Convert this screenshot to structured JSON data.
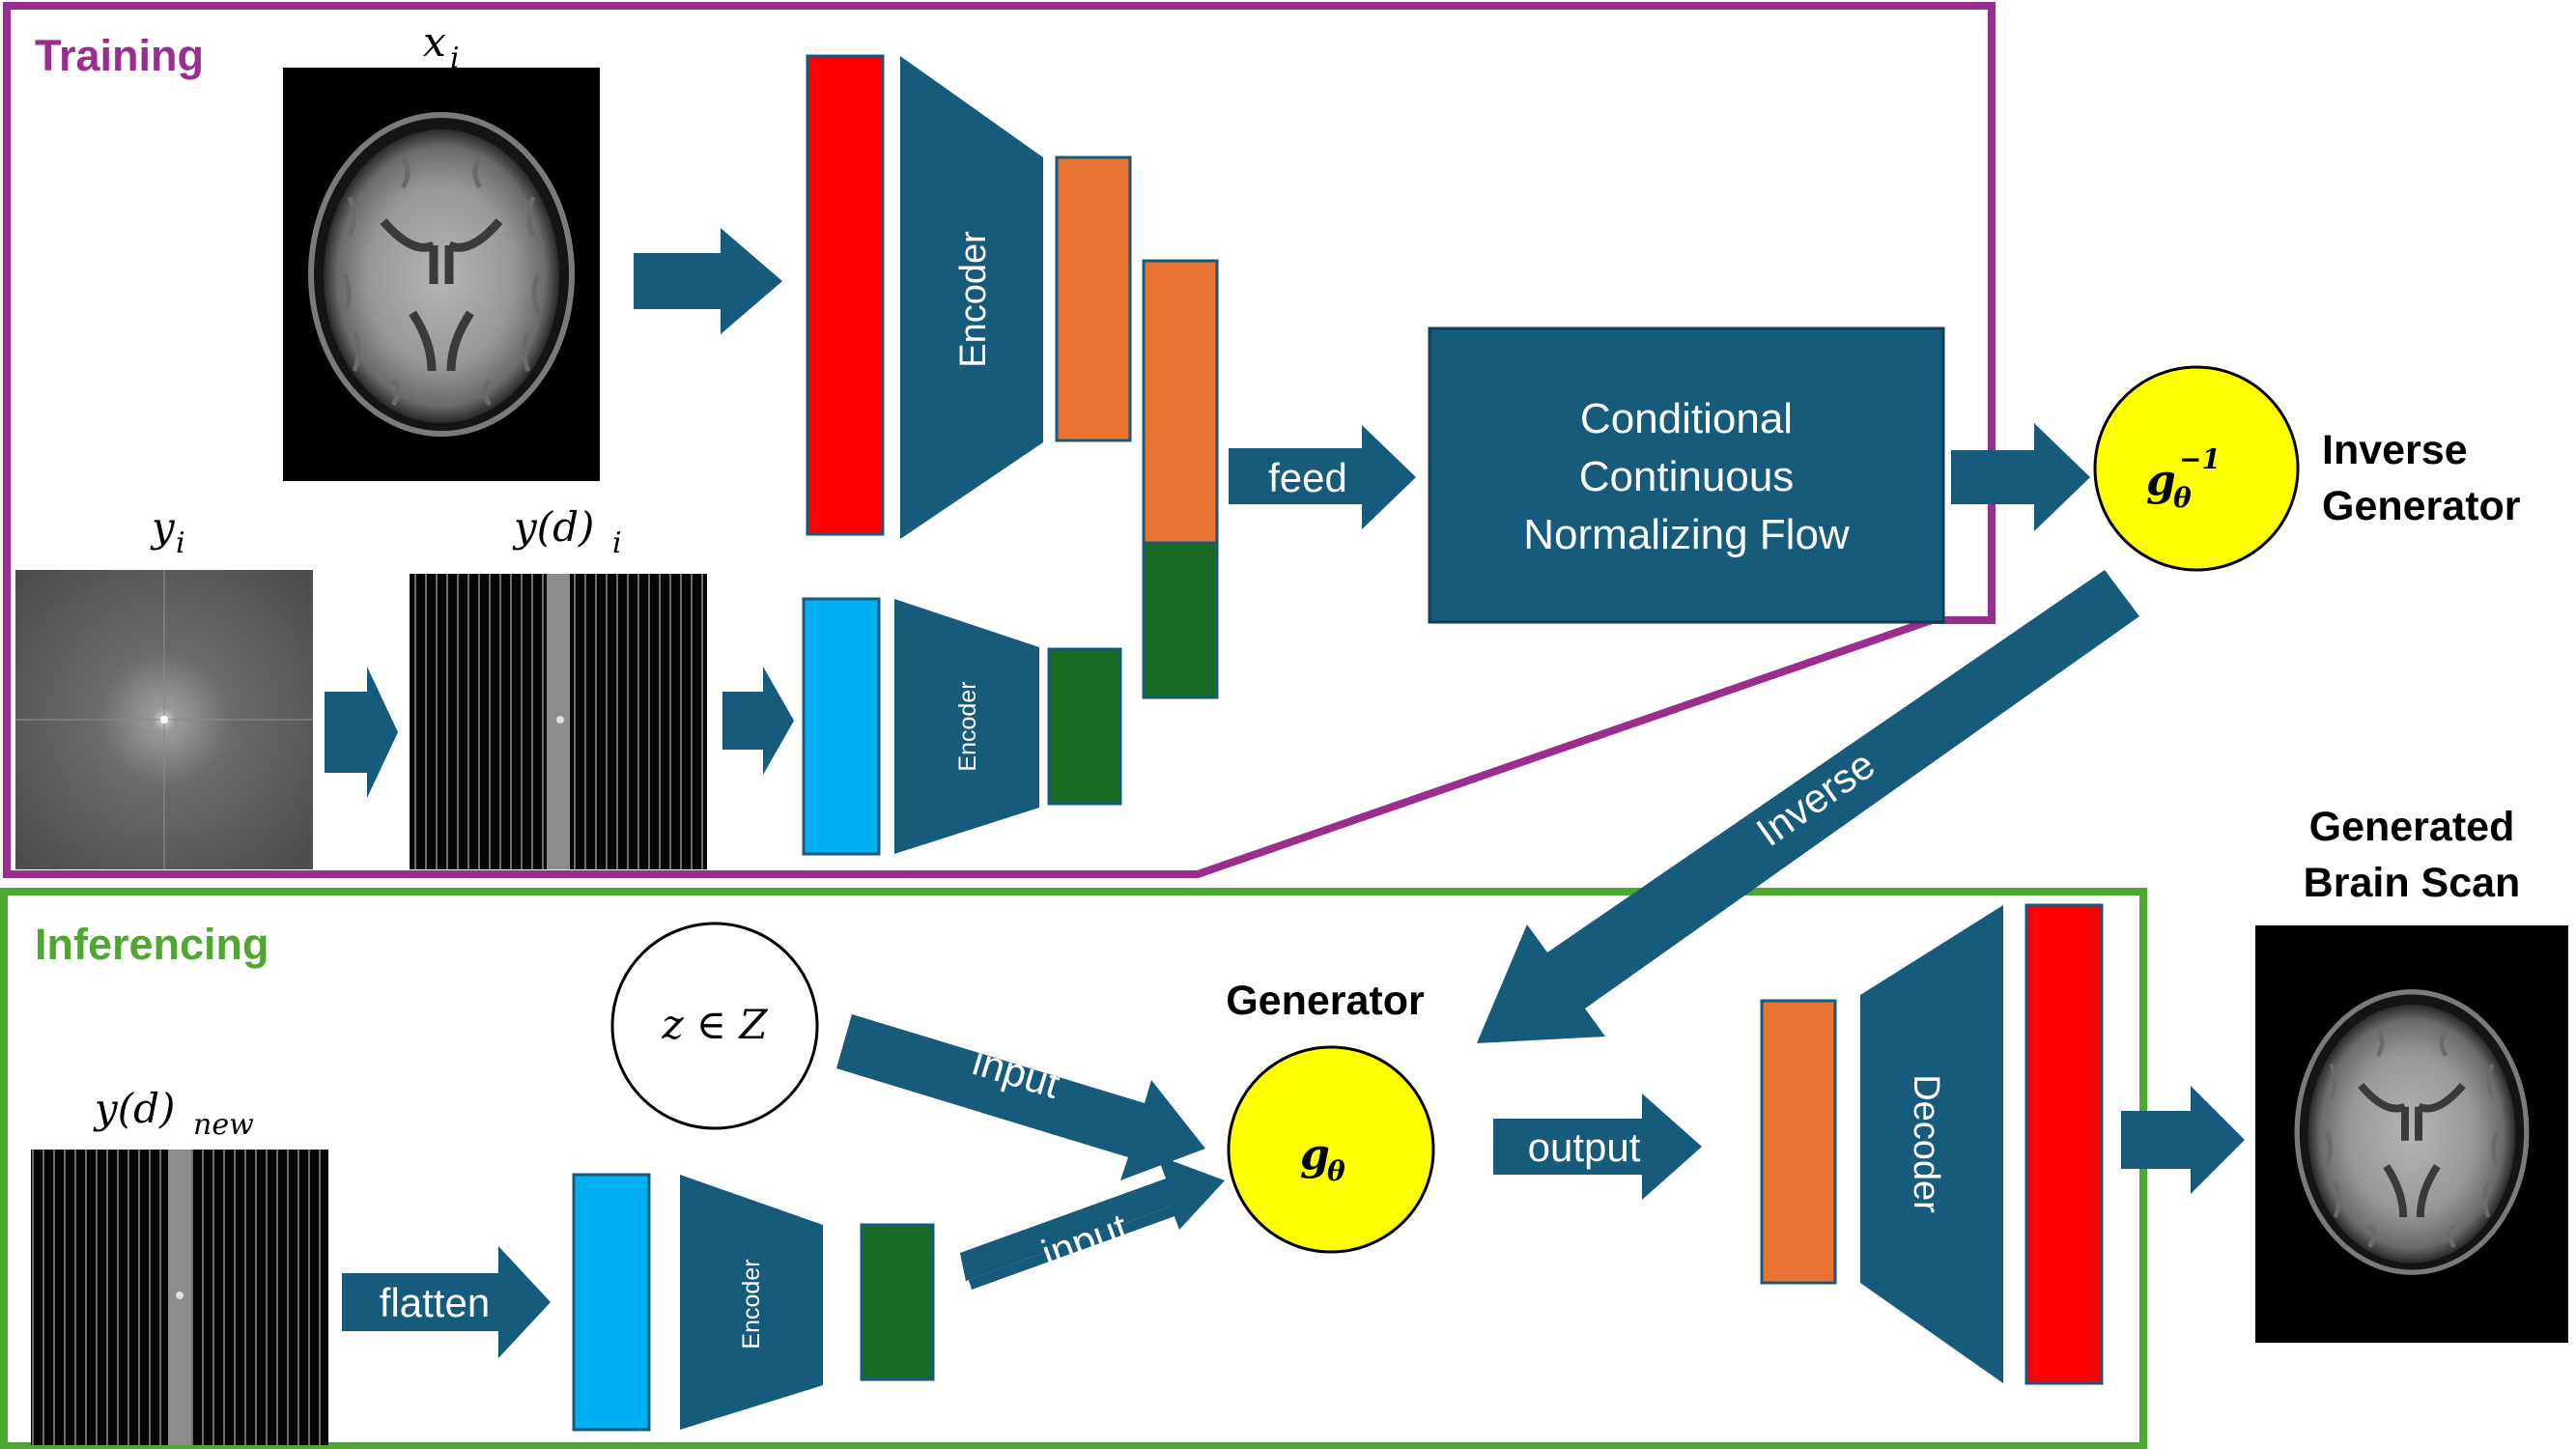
{
  "sections": {
    "training_label": "Training",
    "inferencing_label": "Inferencing"
  },
  "math_labels": {
    "x_i": "x",
    "x_i_sub": "i",
    "y_i": "y",
    "y_i_sub": "i",
    "y_d_i": "y(d)",
    "y_d_i_sub": "i",
    "y_d_new": "y(d)",
    "y_d_new_sub": "new",
    "z_in_Z": "z ∈ Z"
  },
  "encoder_labels": {
    "image_encoder": "Encoder",
    "kspace_encoder": "Encoder",
    "inference_encoder": "Encoder",
    "decoder": "Decoder"
  },
  "flow_block": {
    "line1": "Conditional",
    "line2": "Continuous",
    "line3": "Normalizing Flow"
  },
  "inverse_generator": {
    "symbol": "g",
    "subscript": "θ",
    "superscript": "−1",
    "label_line1": "Inverse",
    "label_line2": "Generator"
  },
  "generator": {
    "symbol": "g",
    "subscript": "θ",
    "label": "Generator"
  },
  "output": {
    "label_line1": "Generated",
    "label_line2": "Brain Scan"
  },
  "arrow_labels": {
    "feed": "feed",
    "inverse": "Inverse",
    "input_top": "input",
    "input_bottom": "input",
    "output": "output",
    "flatten": "flatten"
  },
  "colors": {
    "training_border": "#9b2d91",
    "training_text": "#9b2d91",
    "inferencing_border": "#4ea72e",
    "inferencing_text": "#4ea72e",
    "block": "#165a7c",
    "red_bar": "#ff0000",
    "orange_bar": "#e97132",
    "green_bar": "#196b24",
    "cyan_bar": "#00b0f0",
    "generator_fill": "#ffff00"
  }
}
